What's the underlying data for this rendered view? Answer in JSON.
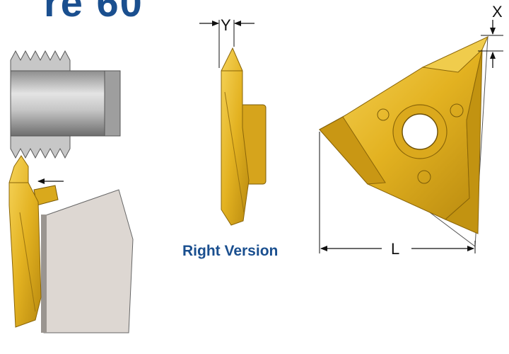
{
  "header": {
    "title_fragment": "re 60"
  },
  "caption": {
    "text": "Right Version"
  },
  "dimensions": {
    "y_label": "Y",
    "x_label": "X",
    "l_label": "L"
  },
  "colors": {
    "brand_blue": "#1a4f8f",
    "insert_gold": "#e3b221",
    "insert_dark": "#b98a0f",
    "insert_light": "#f3d25a",
    "steel": "#b5b5b5",
    "holder": "#ddd7d2"
  },
  "icons": {
    "dimension_arrow": "arrow-icon"
  }
}
